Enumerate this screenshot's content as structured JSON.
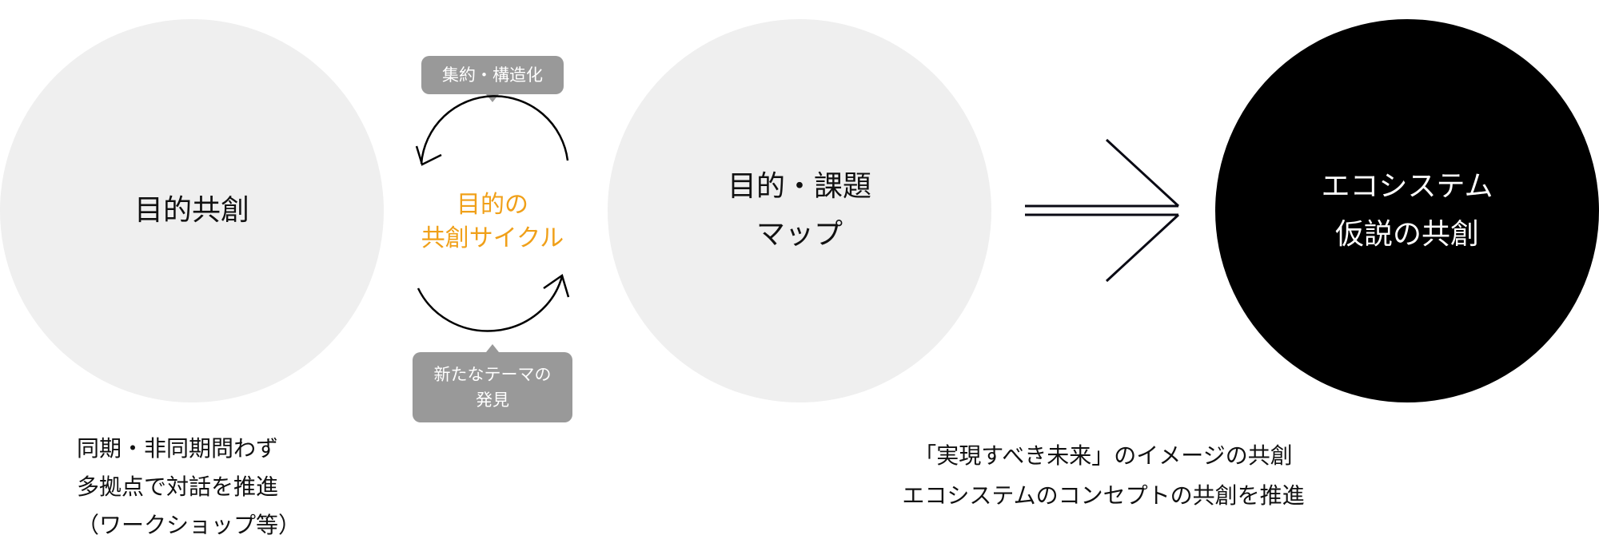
{
  "colors": {
    "light_circle": "#efefef",
    "dark_circle": "#000000",
    "accent": "#f0a019",
    "bubble": "#999999",
    "text": "#111111"
  },
  "circles": [
    {
      "label": "目的共創"
    },
    {
      "label": "目的・課題\nマップ"
    },
    {
      "label": "エコシステム\n仮説の共創"
    }
  ],
  "cycle": {
    "label": "目的の\n共創サイクル",
    "top_bubble": "集約・構造化",
    "bottom_bubble": "新たなテーマの\n発見"
  },
  "captions": {
    "left": "同期・非同期問わず\n多拠点で対話を推進\n（ワークショップ等）",
    "right": "「実現すべき未来」のイメージの共創\nエコシステムのコンセプトの共創を推進"
  }
}
